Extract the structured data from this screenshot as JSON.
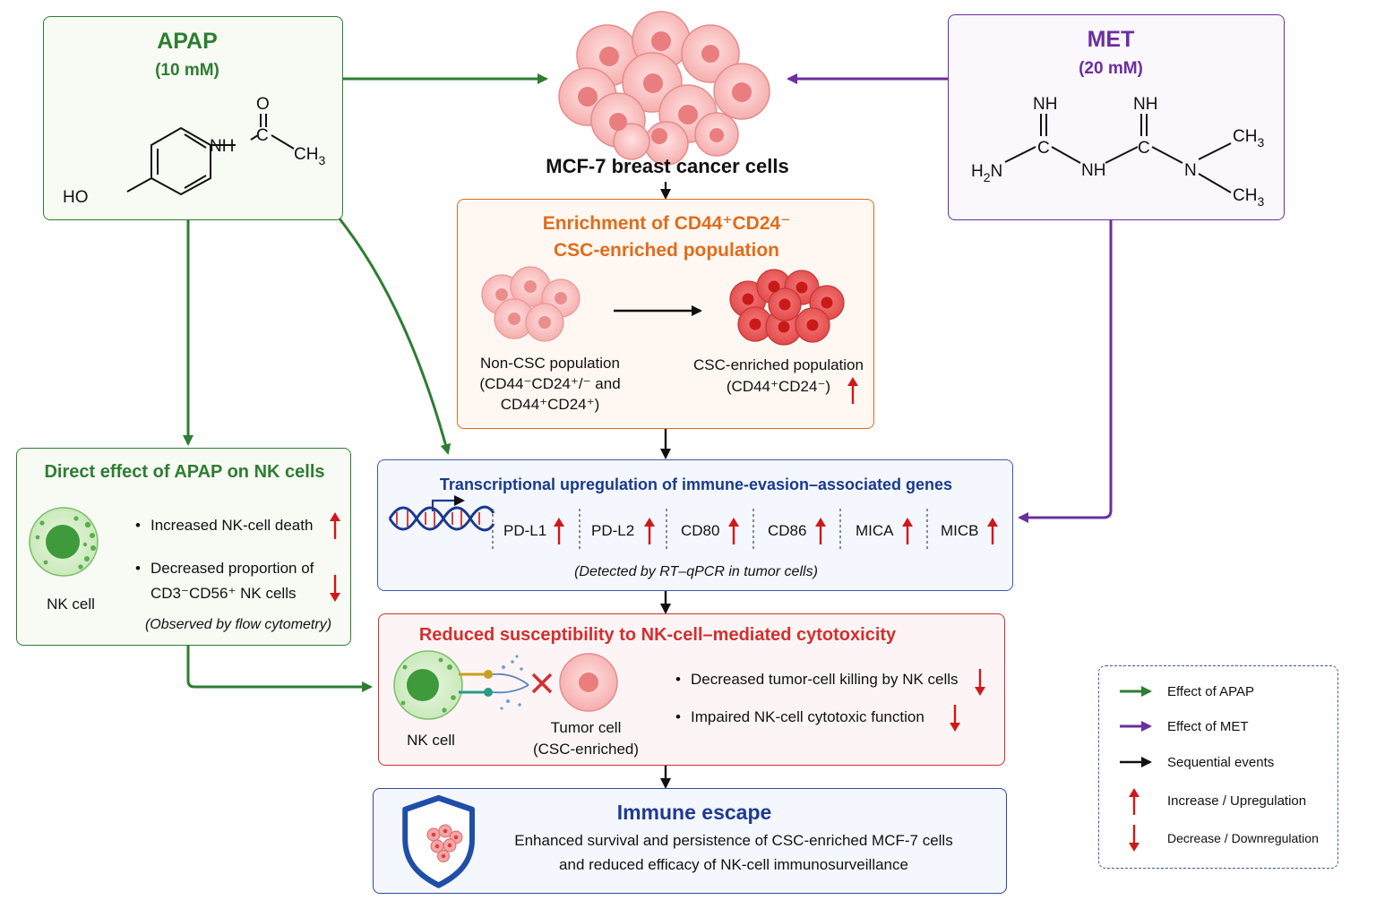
{
  "apap": {
    "title": "APAP",
    "conc": "(10 mM)",
    "mol": {
      "ho": "HO",
      "nh": "NH",
      "c": "C",
      "o": "O",
      "ch3": "CH",
      "ch3_sub": "3"
    }
  },
  "met": {
    "title": "MET",
    "conc": "(20 mM)",
    "mol": {
      "nh": "NH",
      "c": "C",
      "h2n": "H",
      "h2n_sub": "2",
      "h2n_n": "N",
      "n": "N",
      "ch3": "CH",
      "ch3_sub": "3"
    }
  },
  "mcf7": {
    "label": "MCF-7 breast cancer cells"
  },
  "enrichment": {
    "title_line1": "Enrichment of CD44⁺CD24⁻",
    "title_line2": "CSC-enriched population",
    "non_csc_line1": "Non-CSC population",
    "non_csc_line2": "(CD44⁻CD24⁺/⁻ and",
    "non_csc_line3": "CD44⁺CD24⁺)",
    "csc_line1": "CSC-enriched population",
    "csc_line2": "(CD44⁺CD24⁻)"
  },
  "nk_direct": {
    "title": "Direct effect of APAP on NK cells",
    "cell_label": "NK cell",
    "bullet1": "Increased NK-cell death",
    "bullet2_line1": "Decreased proportion of",
    "bullet2_line2": "CD3⁻CD56⁺ NK cells",
    "note": "(Observed by flow cytometry)"
  },
  "transcription": {
    "title": "Transcriptional upregulation of immune-evasion–associated genes",
    "genes": [
      "PD-L1",
      "PD-L2",
      "CD80",
      "CD86",
      "MICA",
      "MICB"
    ],
    "note": "(Detected by RT–qPCR in tumor cells)"
  },
  "cytotox": {
    "title": "Reduced susceptibility to NK-cell–mediated cytotoxicity",
    "nk_label": "NK cell",
    "tumor_line1": "Tumor cell",
    "tumor_line2": "(CSC-enriched)",
    "bullet1": "Decreased tumor-cell killing by NK cells",
    "bullet2": "Impaired NK-cell cytotoxic function"
  },
  "escape": {
    "title": "Immune escape",
    "line1": "Enhanced survival and persistence of CSC-enriched MCF-7 cells",
    "line2": "and reduced efficacy of NK-cell immunosurveillance"
  },
  "legend": {
    "items": [
      "Effect of APAP",
      "Effect of MET",
      "Sequential events",
      "Increase / Upregulation",
      "Decrease / Downregulation"
    ]
  },
  "colors": {
    "apap_green": "#2e7d32",
    "met_purple": "#6a2fa0",
    "enrich_orange": "#e06c1b",
    "trans_blue": "#1a3a8f",
    "cytotox_red": "#d32f2f",
    "escape_blue": "#1f3a93",
    "arrow_black": "#111111",
    "up_red": "#d01818"
  }
}
